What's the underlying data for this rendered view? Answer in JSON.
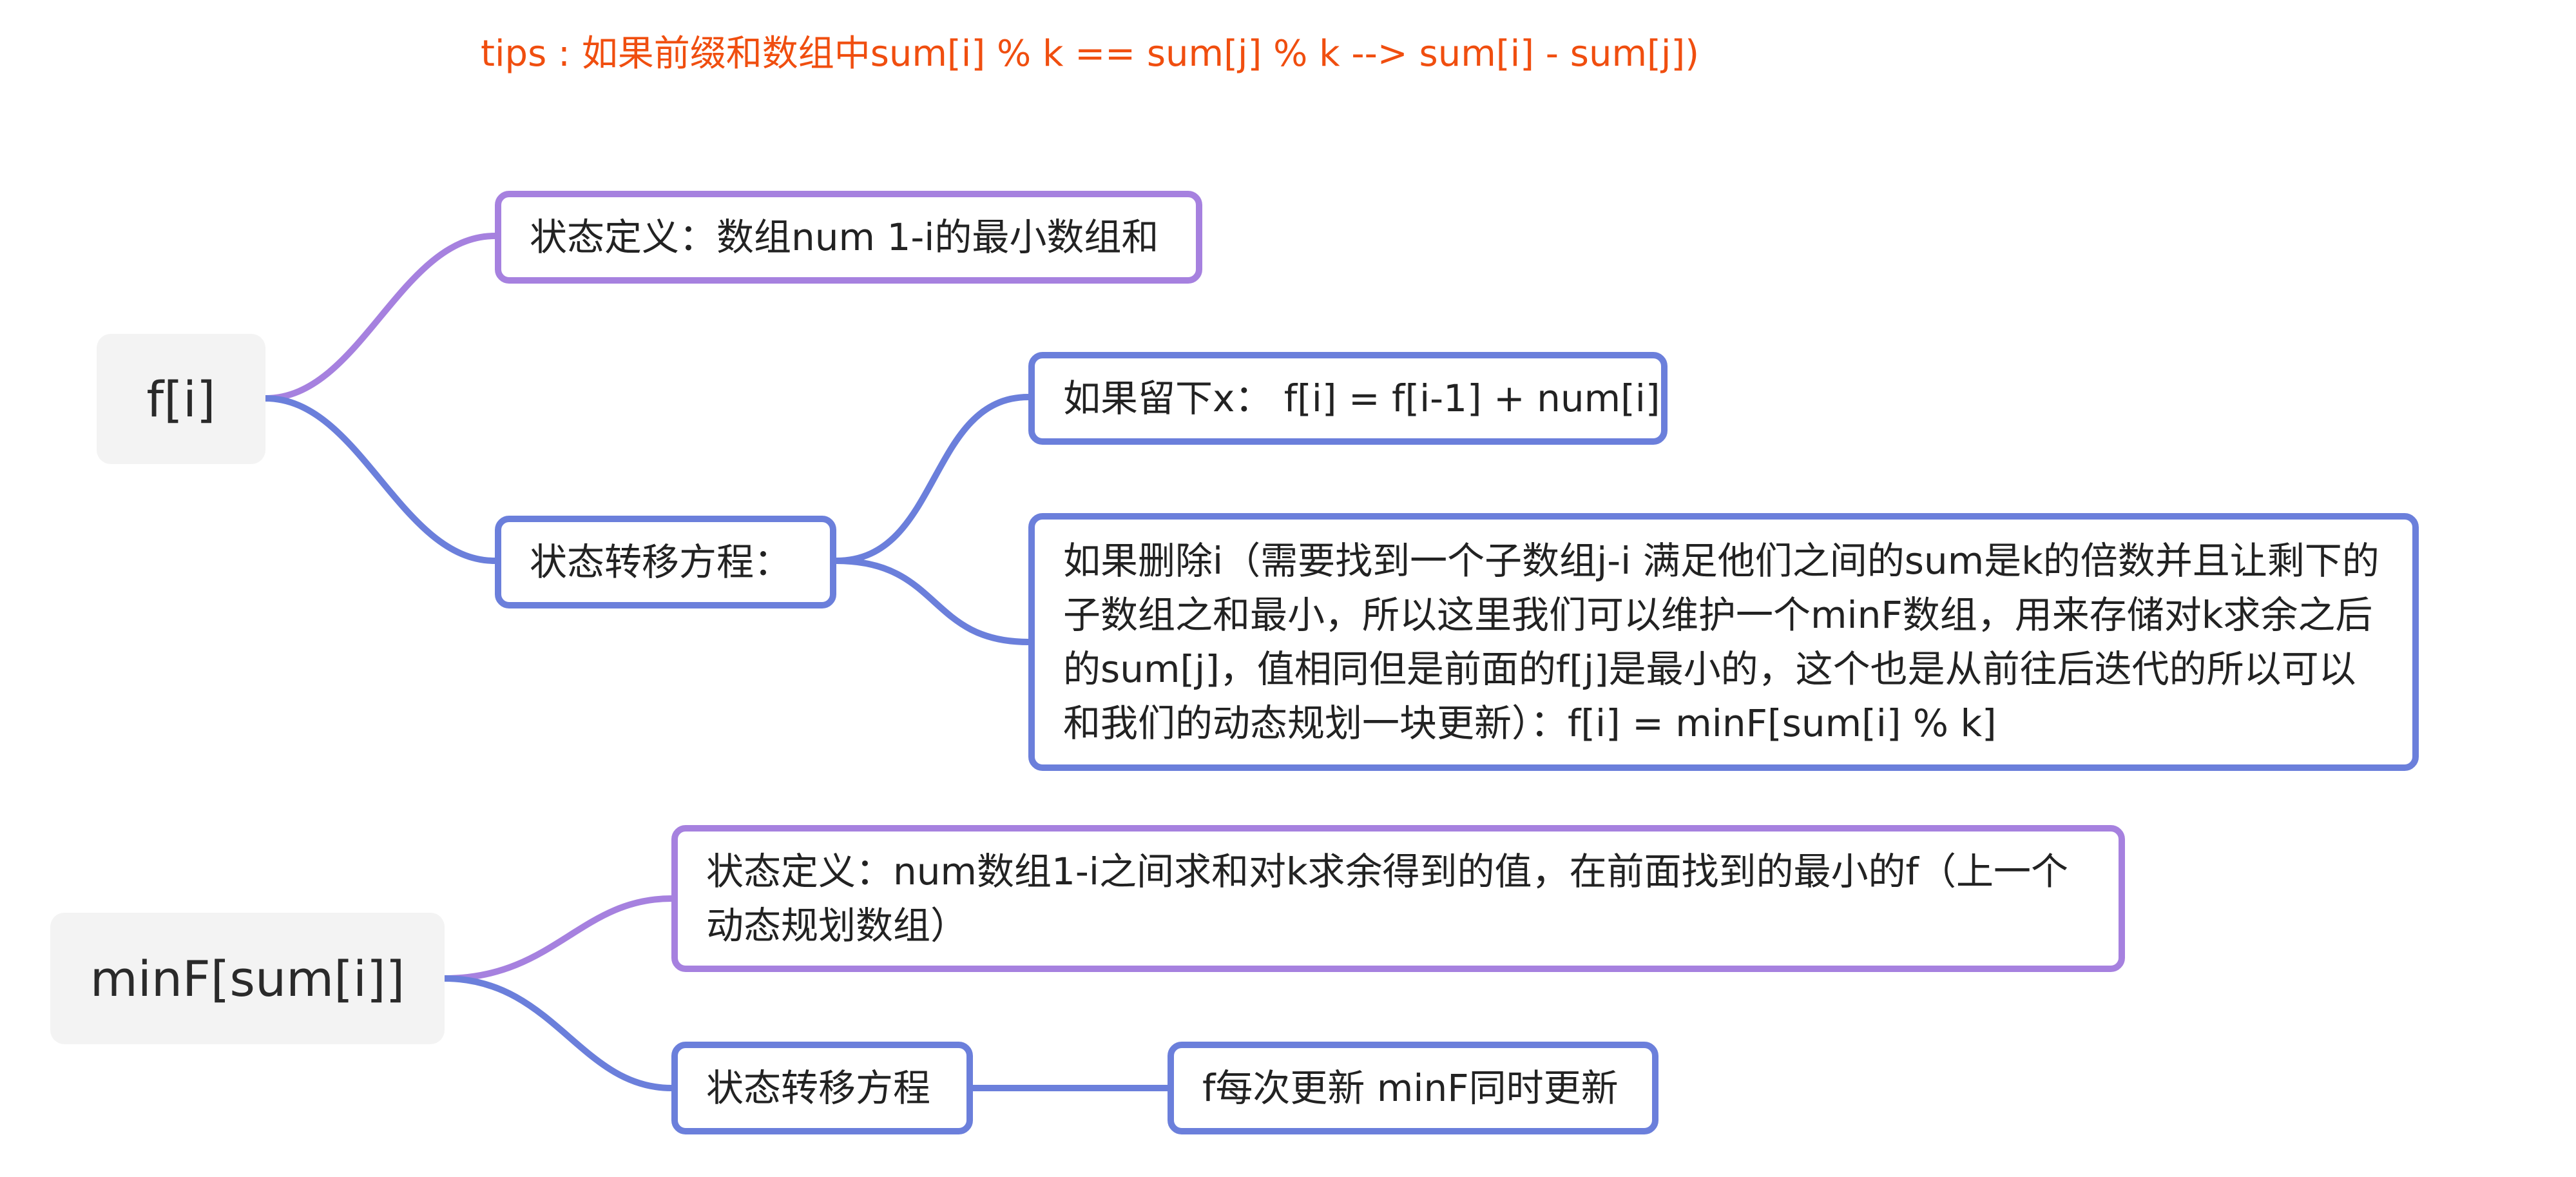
{
  "tip": "tips : 如果前缀和数组中sum[i] % k == sum[j] % k --> sum[i] - sum[j])",
  "colors": {
    "tip": "#f04e0f",
    "purple_branch": "#a681df",
    "blue_branch": "#6b7fdb",
    "root_background": "#f3f3f3"
  },
  "mindmap": {
    "f": {
      "label": "f[i]",
      "definition": "状态定义：数组num 1-i的最小数组和",
      "transition": "状态转移方程：",
      "keep": "如果留下x： f[i] = f[i-1] + num[i]",
      "delete": "如果删除i（需要找到一个子数组j-i 满足他们之间的sum是k的倍数并且让剩下的子数组之和最小，所以这里我们可以维护一个minF数组，用来存储对k求余之后的sum[j]，值相同但是前面的f[j]是最小的，这个也是从前往后迭代的所以可以和我们的动态规划一块更新）：f[i] = minF[sum[i] % k]"
    },
    "minF": {
      "label": "minF[sum[i]]",
      "definition": "状态定义：num数组1-i之间求和对k求余得到的值，在前面找到的最小的f（上一个动态规划数组）",
      "transition": "状态转移方程",
      "update": "f每次更新 minF同时更新"
    }
  }
}
